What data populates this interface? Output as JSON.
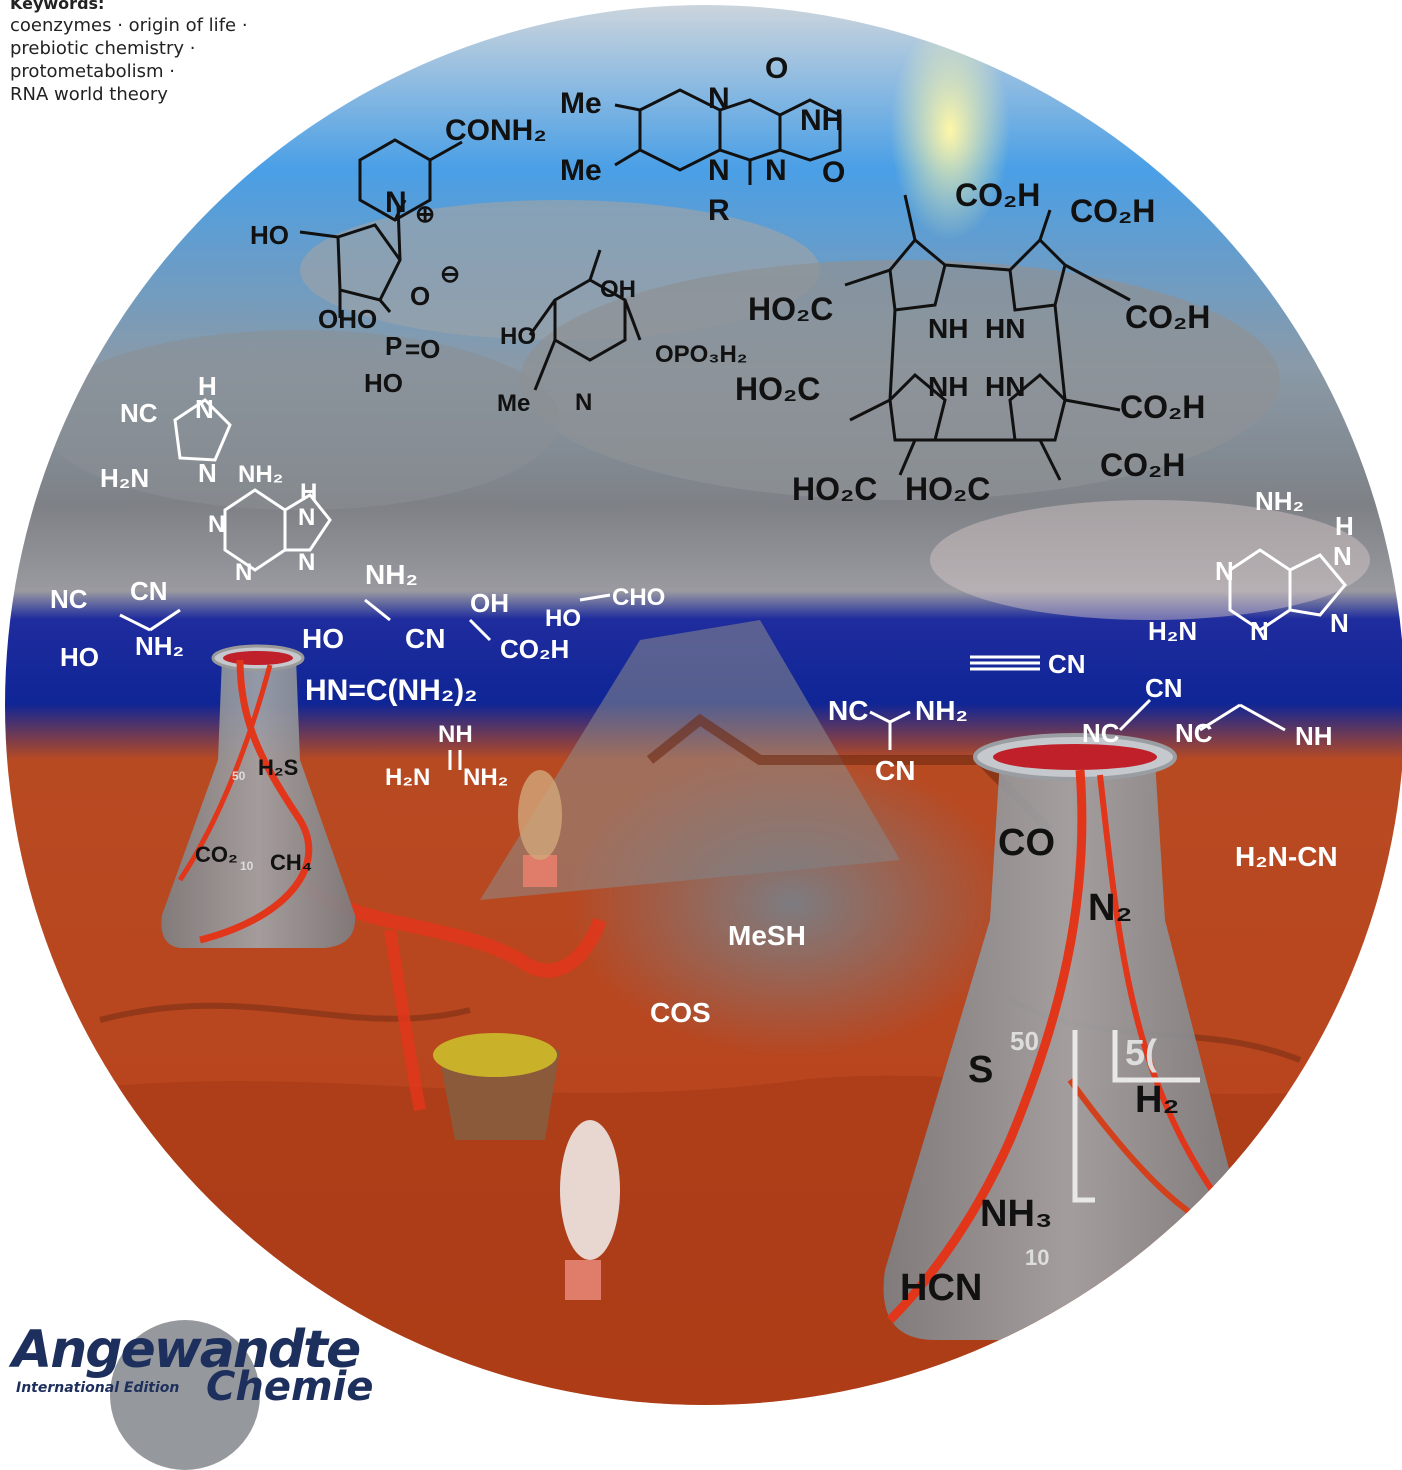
{
  "keywords": {
    "title": "Keywords:",
    "lines": [
      "coenzymes · origin of life ·",
      "prebiotic chemistry ·",
      "protometabolism ·",
      "RNA world theory"
    ]
  },
  "logo": {
    "main": "Angewandte",
    "sub": "Chemie",
    "edition": "International Edition"
  },
  "colors": {
    "sky_light": "#4aa3e8",
    "sky_dark": "#1d2fa8",
    "ground": "#b8421c",
    "lava": "#e2361b",
    "flask": "#8f9296",
    "text_dark": "#111111",
    "text_light": "#ffffff",
    "logo": "#1d2f5c"
  },
  "labels": {
    "nad_conh2": "CONH₂",
    "nad_n": "N",
    "nad_plus": "⊕",
    "nad_ho": "HO",
    "nad_oho": "OHO",
    "nad_minus": "⊖",
    "nad_o1": "O",
    "nad_p": "P",
    "nad_o2": "=O",
    "nad_ho2": "HO",
    "fl_me1": "Me",
    "fl_me2": "Me",
    "fl_n1": "N",
    "fl_o1": "O",
    "fl_nh": "NH",
    "fl_n2": "N",
    "fl_n3": "N",
    "fl_o2": "O",
    "fl_r": "R",
    "plp_oh": "OH",
    "plp_ho": "HO",
    "plp_opo3h2": "OPO₃H₂",
    "plp_me": "Me",
    "plp_n": "N",
    "uro_co2h_1": "CO₂H",
    "uro_co2h_2": "CO₂H",
    "uro_ho2c_1": "HO₂C",
    "uro_co2h_3": "CO₂H",
    "uro_nh1": "NH",
    "uro_hn1": "HN",
    "uro_ho2c_2": "HO₂C",
    "uro_nh2": "NH",
    "uro_hn2": "HN",
    "uro_co2h_4": "CO₂H",
    "uro_co2h_5": "CO₂H",
    "uro_ho2c_3": "HO₂C",
    "uro_ho2c_4": "HO₂C",
    "aic_h": "H",
    "aic_nc": "NC",
    "aic_n": "N",
    "aic_h2n": "H₂N",
    "aic_n2": "N",
    "ad_nh2": "NH₂",
    "ad_h": "H",
    "ad_n1": "N",
    "ad_n2": "N",
    "ad_n3": "N",
    "ad_n4": "N",
    "am_nc": "NC",
    "am_cn": "CN",
    "am_ho": "HO",
    "am_nh2": "NH₂",
    "ga_nh2": "NH₂",
    "ga_ho": "HO",
    "ga_cn": "CN",
    "gly_oh": "OH",
    "gly_co2h": "CO₂H",
    "glyc_ho": "HO",
    "glyc_cho": "CHO",
    "formamidine": "HN=C(NH₂)₂",
    "gu_nh": "NH",
    "gu_h2n": "H₂N",
    "gu_nh2": "NH₂",
    "h2s": "H₂S",
    "co2": "CO₂",
    "ch4": "CH₄",
    "mesh": "MeSH",
    "cos": "COS",
    "cyanoacetylene": "CN",
    "amn_nc": "NC",
    "amn_nh2": "NH₂",
    "amn_cn": "CN",
    "dap_nh2": "NH₂",
    "dap_h": "H",
    "dap_n1": "N",
    "dap_n2": "N",
    "dap_n3": "N",
    "dap_h2n": "H₂N",
    "dap_n4": "N",
    "tc_cn": "CN",
    "tc_nc1": "NC",
    "tc_nc2": "NC",
    "tc_nh": "NH",
    "cyanamide": "H₂N-CN",
    "co": "CO",
    "n2": "N₂",
    "s": "S",
    "h2": "H₂",
    "nh3": "NH₃",
    "hcn": "HCN",
    "flask_left_50": "50",
    "flask_left_10": "10",
    "flask_right_50": "50",
    "flask_right_50b": "5(",
    "flask_right_10": "10"
  }
}
